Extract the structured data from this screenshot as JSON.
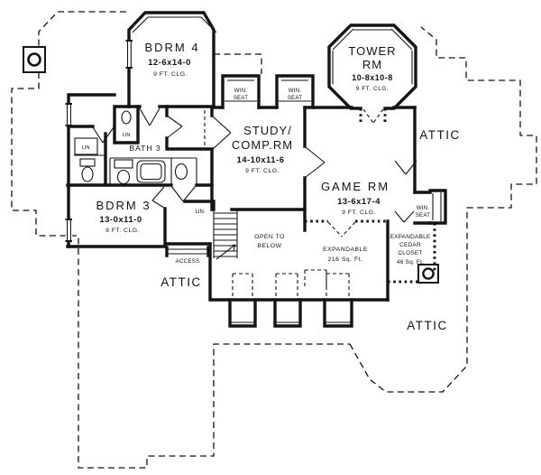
{
  "drawing": {
    "rooms": {
      "bdrm4": {
        "name": "BDRM 4",
        "dims": "12-6x14-0"
      },
      "tower": {
        "name_line1": "TOWER",
        "name_line2": "RM",
        "dims": "10-8x10-8"
      },
      "study": {
        "name_line1": "STUDY/",
        "name_line2": "COMP.RM",
        "dims": "14-10x11-6"
      },
      "game": {
        "name": "GAME RM",
        "dims": "13-6x17-4"
      },
      "bdrm3": {
        "name": "BDRM 3",
        "dims": "13-0x11-0"
      },
      "bath3": {
        "name": "BATH 3"
      },
      "open_to_below": {
        "line1": "OPEN TO",
        "line2": "BELOW"
      },
      "expandable_area": {
        "line1": "EXPANDABLE",
        "line2": "216 Sq. Ft."
      },
      "cedar_closet": {
        "line1": "EXPANDABLE",
        "line2": "CEDAR",
        "line3": "CLOSET",
        "line4": "46 Sq. Ft."
      }
    },
    "annotations": {
      "ceiling": "9 FT. CLG.",
      "attic": "ATTIC",
      "access": "ACCESS",
      "linen": "LIN",
      "linen_dot": "LIN.",
      "window_seat_line1": "WIN.",
      "window_seat_line2": "SEAT"
    },
    "colors": {
      "ink": "#141414",
      "paper": "#ffffff"
    }
  }
}
